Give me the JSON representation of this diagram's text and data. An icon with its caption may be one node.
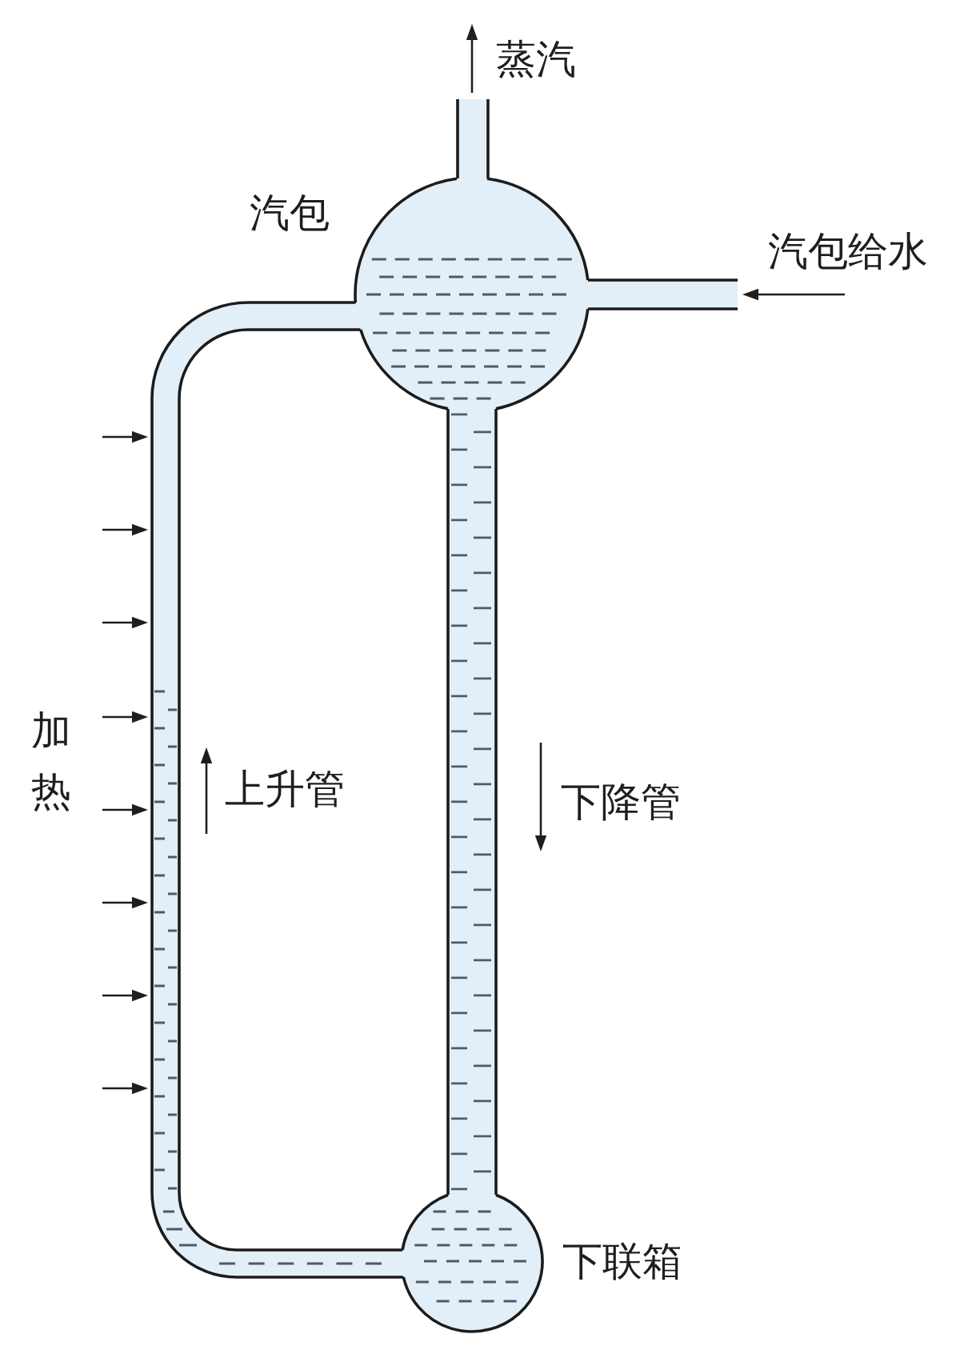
{
  "diagram": {
    "nodes": [
      {
        "text": [
          "汽包"
        ]
      },
      {
        "text": [
          "下联箱"
        ]
      }
    ],
    "edges": [
      {
        "from": 0,
        "to": 1,
        "arrow": "none"
      },
      {
        "from": 1,
        "to": 0,
        "arrow": "none"
      }
    ],
    "labels": [
      "蒸汽",
      "汽包给水",
      "加热",
      "上升管",
      "下降管"
    ]
  }
}
